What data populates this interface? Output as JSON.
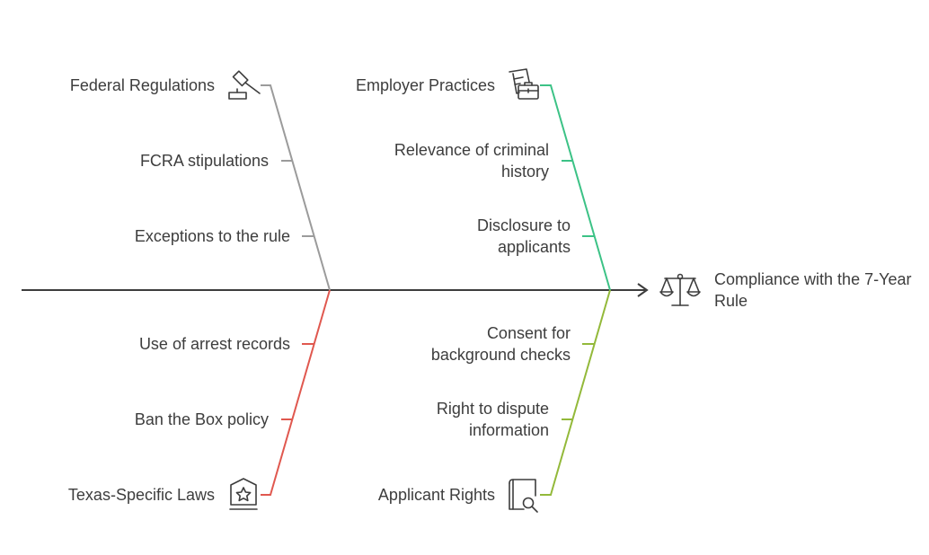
{
  "effect": "Compliance with the 7-Year Rule",
  "categories": {
    "federal": {
      "title": "Federal Regulations",
      "color": "#9b9b9b",
      "icon": "gavel-icon",
      "causes": [
        "FCRA stipulations",
        "Exceptions to the rule"
      ]
    },
    "employer": {
      "title": "Employer Practices",
      "color": "#3cc286",
      "icon": "briefcase-documents-icon",
      "causes": [
        "Relevance of criminal history",
        "Disclosure to applicants"
      ]
    },
    "texas": {
      "title": "Texas-Specific Laws",
      "color": "#e0584f",
      "icon": "house-star-icon",
      "causes": [
        "Use of arrest records",
        "Ban the Box policy"
      ]
    },
    "applicant": {
      "title": "Applicant Rights",
      "color": "#93b93a",
      "icon": "book-search-icon",
      "causes": [
        "Consent for background checks",
        "Right to dispute information"
      ]
    }
  },
  "spine_color": "#3d3d3d",
  "effect_icon": "balance-scale-icon"
}
